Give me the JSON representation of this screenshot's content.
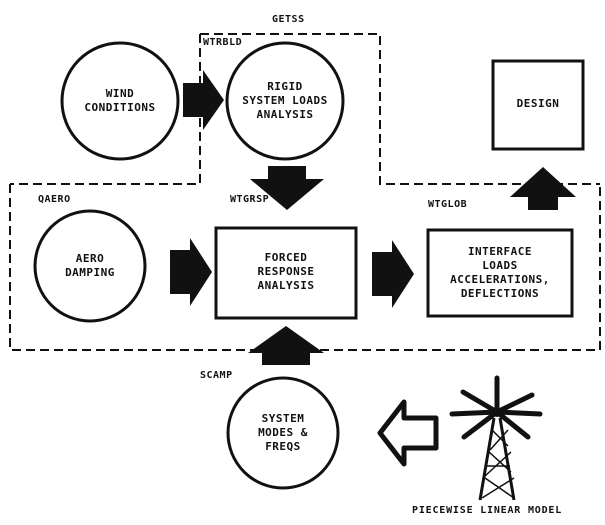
{
  "tags": {
    "getss": "GETSS",
    "wtrbld": "WTRBLD",
    "qaero": "QAERO",
    "wtgrsp": "WTGRSP",
    "wtglob": "WTGLOB",
    "scamp": "SCAMP"
  },
  "nodes": {
    "wind_conditions": "WIND\nCONDITIONS",
    "rigid_system_loads": "RIGID\nSYSTEM LOADS\nANALYSIS",
    "design": "DESIGN",
    "aero_damping": "AERO\nDAMPING",
    "forced_response": "FORCED\nRESPONSE\nANALYSIS",
    "interface_loads": "INTERFACE\nLOADS\nACCELERATIONS,\nDEFLECTIONS",
    "system_modes": "SYSTEM\nMODES &\nFREQS"
  },
  "caption": "PIECEWISE LINEAR MODEL",
  "colors": {
    "ink": "#111111",
    "paper": "#ffffff"
  },
  "icons": [
    "wind-turbine-icon"
  ]
}
